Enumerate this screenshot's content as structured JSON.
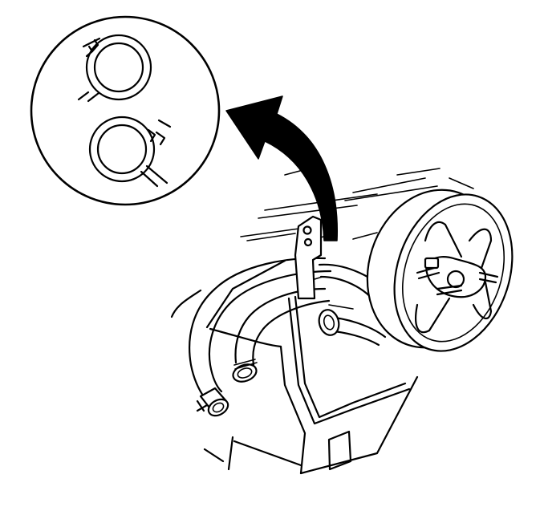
{
  "diagram": {
    "colors": {
      "line": "#000000",
      "background": "#ffffff"
    },
    "parts": [
      "detail-magnifier",
      "hose-clamp",
      "callout-arrow",
      "hose-bracket",
      "heater-hose",
      "pulley",
      "engine-block"
    ]
  }
}
